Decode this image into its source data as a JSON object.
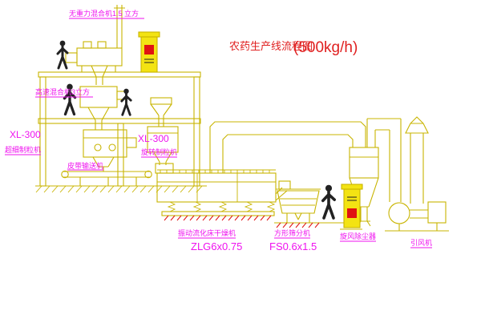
{
  "title": {
    "text": "农药生产线流程图",
    "capacity": "(500kg/h)"
  },
  "labels": {
    "top_mixer": "无重力混合机1.5 立方",
    "high_speed_mixer": "高速混合机3立方",
    "granulator_left_model": "XL-300",
    "granulator_left_name": "超细制粒机",
    "granulator_center_model": "XL-300",
    "granulator_center_name": "旋转制粒机",
    "belt_conveyor": "皮带输送机",
    "dryer_name": "振动流化床干燥机",
    "dryer_model": "ZLG6x0.75",
    "sifter_name": "方形筛分机",
    "sifter_model": "FS0.6x1.5",
    "cyclone": "旋风除尘器",
    "fan": "引风机"
  },
  "colors": {
    "line-yellow": "#c8b400",
    "fill-yellow": "#f3e313",
    "accent-red": "#e01212",
    "label-magenta": "#ef12ef",
    "title-red": "#e02020",
    "figure-dark": "#222222"
  }
}
